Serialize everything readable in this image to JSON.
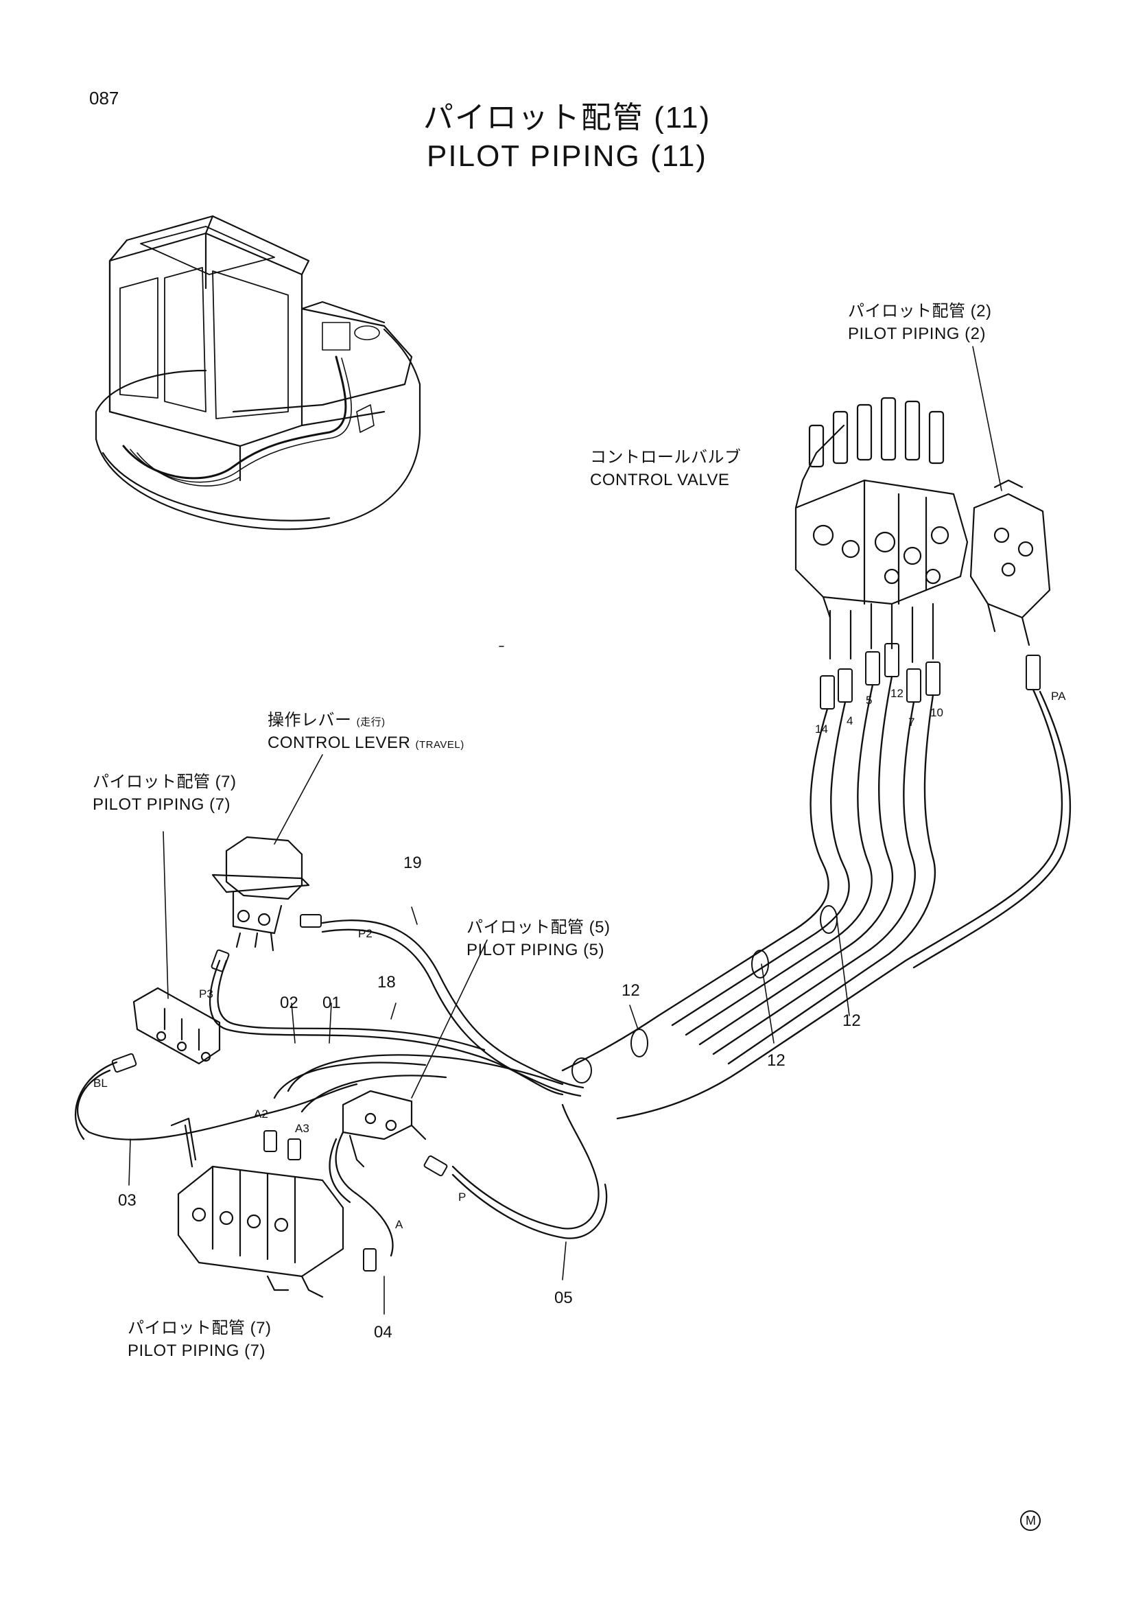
{
  "page": {
    "page_number": "087",
    "title_ja": "パイロット配管 (11)",
    "title_en": "PILOT PIPING (11)",
    "maker_mark": "M"
  },
  "labels": {
    "pilot_piping_2_ja": "パイロット配管 (2)",
    "pilot_piping_2_en": "PILOT PIPING (2)",
    "control_valve_ja": "コントロールバルブ",
    "control_valve_en": "CONTROL VALVE",
    "control_lever_ja": "操作レバー",
    "control_lever_ja_sub": "(走行)",
    "control_lever_en": "CONTROL LEVER",
    "control_lever_en_sub": "(TRAVEL)",
    "pilot_piping_7_upper_ja": "パイロット配管 (7)",
    "pilot_piping_7_upper_en": "PILOT PIPING (7)",
    "pilot_piping_5_ja": "パイロット配管 (5)",
    "pilot_piping_5_en": "PILOT PIPING (5)",
    "pilot_piping_7_lower_ja": "パイロット配管 (7)",
    "pilot_piping_7_lower_en": "PILOT PIPING (7)"
  },
  "part_numbers": {
    "p19": "19",
    "p18": "18",
    "p02": "02",
    "p01": "01",
    "p03": "03",
    "p04": "04",
    "p05": "05",
    "p12_clamp_a": "12",
    "p12_clamp_b": "12",
    "p12_clamp_c": "12"
  },
  "port_tags": {
    "p2": "P2",
    "p3": "P3",
    "bl": "BL",
    "a2": "A2",
    "a3": "A3",
    "a": "A",
    "p": "P",
    "pa": "PA",
    "h14": "14",
    "h4": "4",
    "h5": "5",
    "h12": "12",
    "h7": "7",
    "h10": "10"
  }
}
